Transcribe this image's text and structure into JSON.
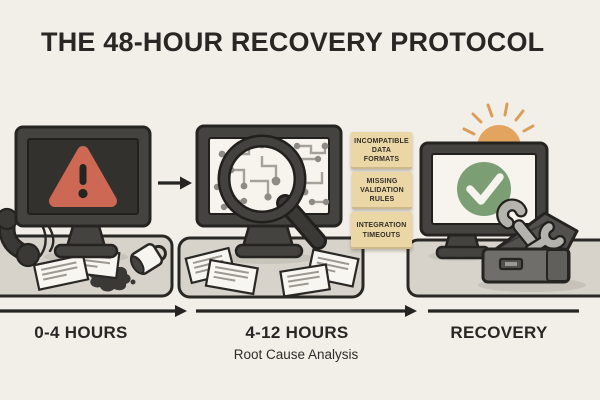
{
  "title": "THE 48-HOUR RECOVERY PROTOCOL",
  "timeline": {
    "stages": [
      {
        "label": "0-4 HOURS",
        "sublabel": ""
      },
      {
        "label": "4-12 HOURS",
        "sublabel": "Root Cause Analysis"
      },
      {
        "label": "RECOVERY",
        "sublabel": ""
      }
    ]
  },
  "sticky_notes": [
    {
      "text": "INCOMPATIBLE DATA FORMATS"
    },
    {
      "text": "MISSING VALIDATION RULES"
    },
    {
      "text": "INTEGRATION TIMEOUTS"
    }
  ],
  "icons": {
    "stage1": [
      "alert-monitor",
      "warning-triangle-icon",
      "phone-handset-icon",
      "spilled-coffee-icon",
      "scattered-papers-icon"
    ],
    "stage2": [
      "analysis-monitor",
      "circuit-diagram-icon",
      "magnifier-icon",
      "scattered-papers-icon",
      "sticky-notes"
    ],
    "stage3": [
      "recovery-monitor",
      "check-circle-icon",
      "sunrise-icon",
      "toolbox-icon",
      "wrench-icon"
    ]
  },
  "colors": {
    "background": "#f2efe9",
    "ink": "#292724",
    "alert_red": "#cc6853",
    "success_green": "#7c9e75",
    "sun_orange": "#e2a45f",
    "sticky_note_tan": "#ead7a5",
    "desk_gray": "#d7d3cb",
    "monitor_dark": "#454340",
    "crisis_screen_dark": "#33312e",
    "screen_light": "#f6f4ed"
  }
}
